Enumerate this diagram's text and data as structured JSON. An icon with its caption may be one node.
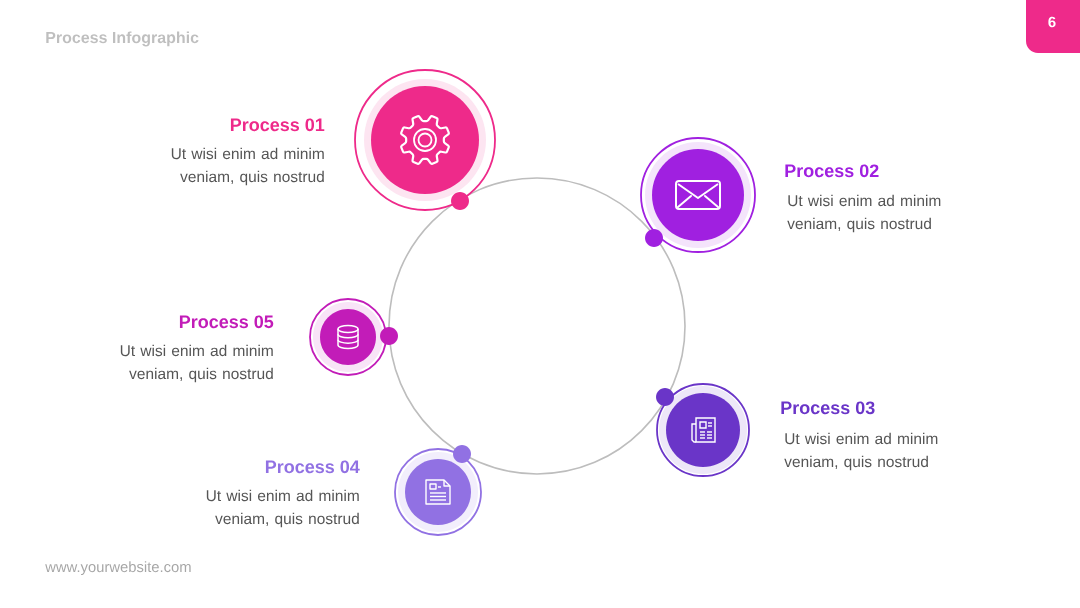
{
  "diagram": {
    "title": "Process Infographic",
    "nodes": [
      {
        "text": [],
        "shape": "circle",
        "beside": [
          "Process 01",
          "Ut wisi enim ad minim veniam, quis nostrud"
        ]
      },
      {
        "text": [],
        "shape": "circle",
        "beside": [
          "Process 02",
          "Ut wisi enim ad minim veniam, quis nostrud"
        ]
      },
      {
        "text": [],
        "shape": "circle",
        "beside": [
          "Process 03",
          "Ut wisi enim ad minim veniam, quis nostrud"
        ]
      },
      {
        "text": [],
        "shape": "circle",
        "beside": [
          "Process 04",
          "Ut wisi enim ad minim veniam, quis nostrud"
        ]
      },
      {
        "text": [],
        "shape": "circle",
        "beside": [
          "Process 05",
          "Ut wisi enim ad minim veniam, quis nostrud"
        ]
      }
    ],
    "labels": [
      "6",
      "www.yourwebsite.com"
    ]
  }
}
